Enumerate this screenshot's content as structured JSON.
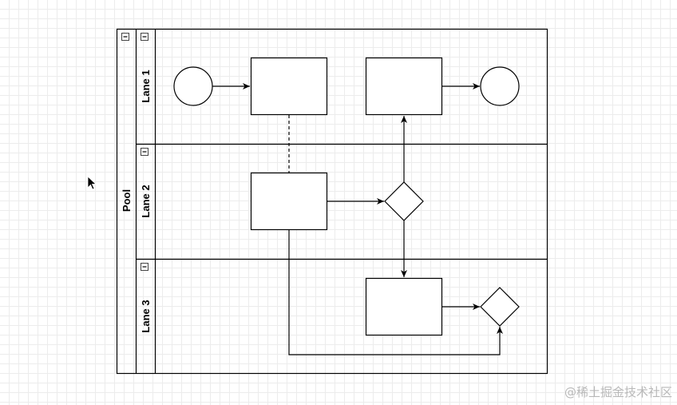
{
  "pool": {
    "label": "Pool"
  },
  "lanes": [
    {
      "label": "Lane 1"
    },
    {
      "label": "Lane 2"
    },
    {
      "label": "Lane 3"
    }
  ],
  "collapse_glyph": "−",
  "watermark": "@稀土掘金技术社区",
  "colors": {
    "stroke": "#000000",
    "fill": "#ffffff",
    "grid": "#ececec",
    "watermark": "#b8b8b8"
  }
}
